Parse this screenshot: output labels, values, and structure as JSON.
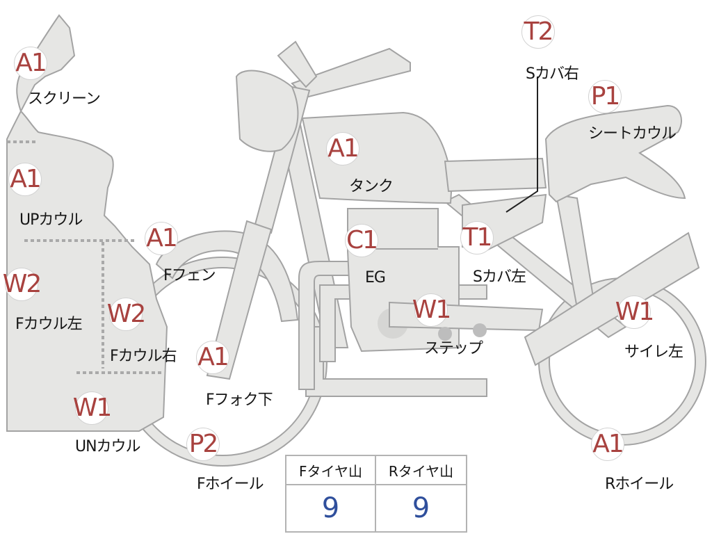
{
  "parts": [
    {
      "id": "screen",
      "code": "A1",
      "label": "スクリーン"
    },
    {
      "id": "up-cowl",
      "code": "A1",
      "label": "UPカウル"
    },
    {
      "id": "f-cowl-left",
      "code": "W2",
      "label": "Fカウル左"
    },
    {
      "id": "f-cowl-right",
      "code": "W2",
      "label": "Fカウル右"
    },
    {
      "id": "un-cowl",
      "code": "W1",
      "label": "UNカウル"
    },
    {
      "id": "f-fender",
      "code": "A1",
      "label": "Fフェン"
    },
    {
      "id": "f-fork-lower",
      "code": "A1",
      "label": "Fフォク下"
    },
    {
      "id": "f-wheel",
      "code": "P2",
      "label": "Fホイール"
    },
    {
      "id": "tank",
      "code": "A1",
      "label": "タンク"
    },
    {
      "id": "engine",
      "code": "C1",
      "label": "EG"
    },
    {
      "id": "step",
      "code": "W1",
      "label": "ステップ"
    },
    {
      "id": "s-cover-left",
      "code": "T1",
      "label": "Sカバ左"
    },
    {
      "id": "s-cover-right",
      "code": "T2",
      "label": "Sカバ右"
    },
    {
      "id": "seat-cowl",
      "code": "P1",
      "label": "シートカウル"
    },
    {
      "id": "silencer-left",
      "code": "W1",
      "label": "サイレ左"
    },
    {
      "id": "r-wheel",
      "code": "A1",
      "label": "Rホイール"
    }
  ],
  "tire_table": {
    "front_header": "Fタイヤ山",
    "rear_header": "Rタイヤ山",
    "front_value": "9",
    "rear_value": "9"
  },
  "colors": {
    "part_fill": "#e6e6e4",
    "part_outline": "#a3a3a3",
    "badge_text": "#a8423f",
    "table_value": "#2f4f9c"
  }
}
